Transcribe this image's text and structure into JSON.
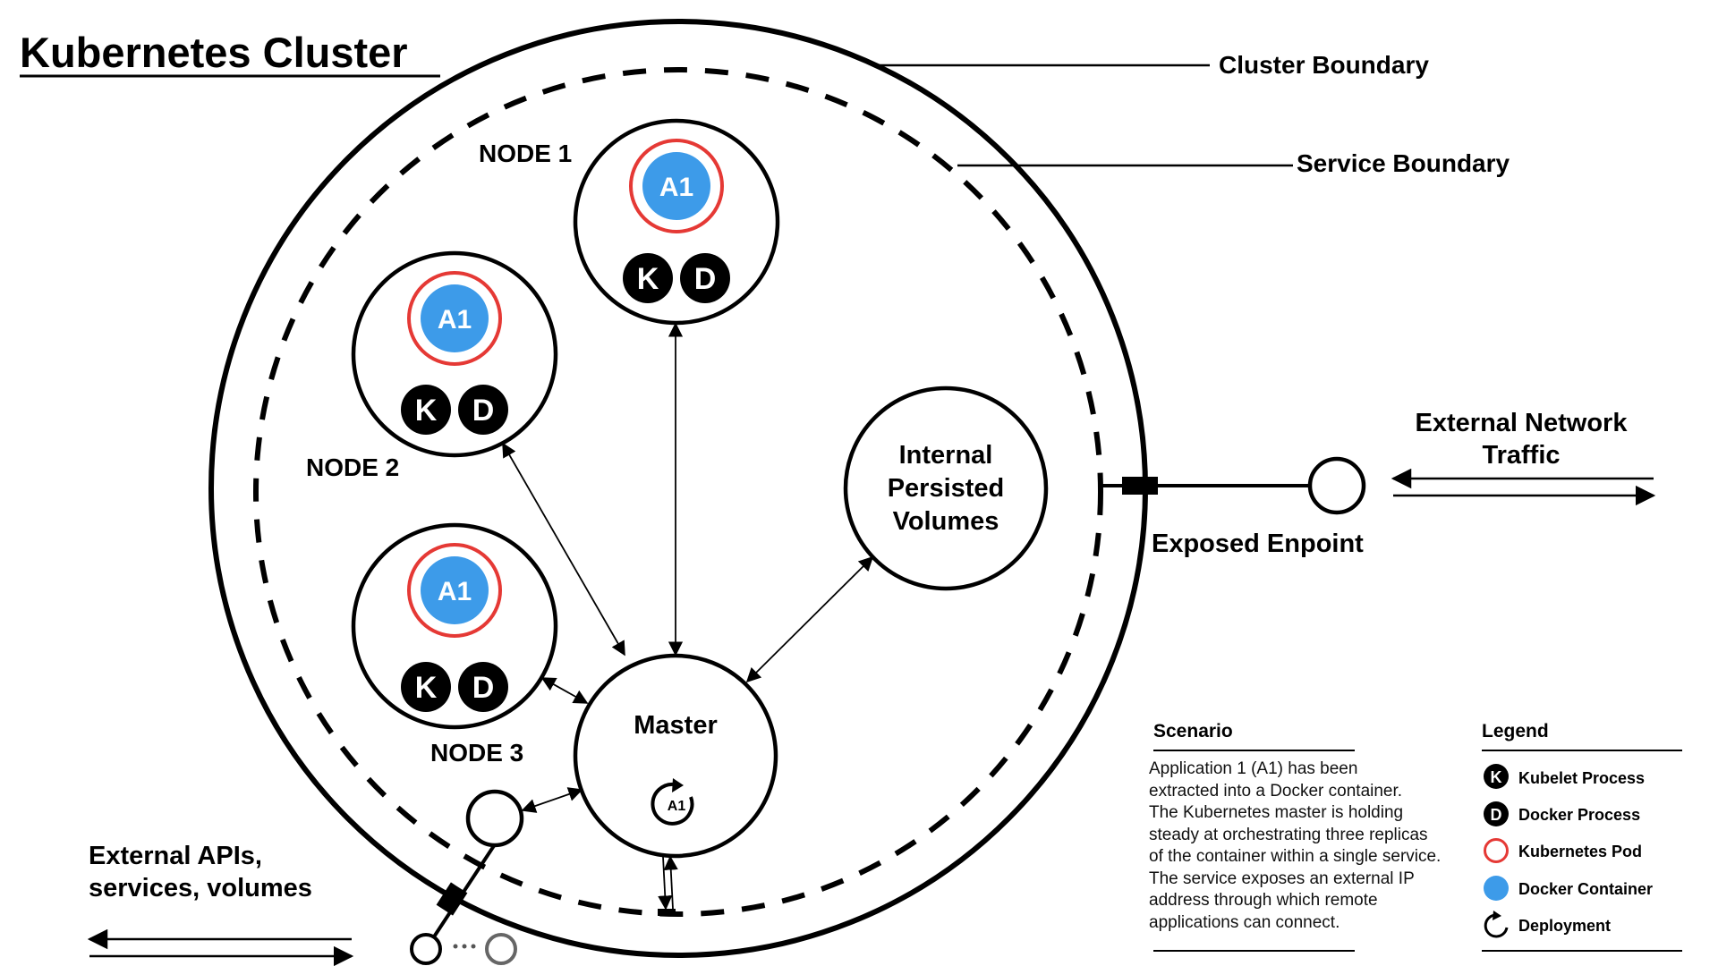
{
  "title": "Kubernetes Cluster",
  "boundary_labels": {
    "cluster": "Cluster Boundary",
    "service": "Service Boundary"
  },
  "nodes": [
    {
      "label": "NODE 1",
      "pod": "A1",
      "kubelet": "K",
      "docker": "D"
    },
    {
      "label": "NODE 2",
      "pod": "A1",
      "kubelet": "K",
      "docker": "D"
    },
    {
      "label": "NODE 3",
      "pod": "A1",
      "kubelet": "K",
      "docker": "D"
    }
  ],
  "master": {
    "label": "Master",
    "deployment": "A1"
  },
  "volumes": {
    "line1": "Internal",
    "line2": "Persisted",
    "line3": "Volumes"
  },
  "external_network": {
    "line1": "External Network",
    "line2": "Traffic"
  },
  "exposed_endpoint": "Exposed Enpoint",
  "external_apis": {
    "line1": "External APIs,",
    "line2": "services, volumes"
  },
  "scenario": {
    "heading": "Scenario",
    "lines": [
      "Application 1 (A1) has been",
      "extracted into a Docker container.",
      "The Kubernetes master is holding",
      "steady at orchestrating three replicas",
      "of the container within a single service.",
      "The service exposes an external IP",
      "address through which remote",
      "applications can connect."
    ]
  },
  "legend": {
    "heading": "Legend",
    "items": [
      {
        "icon": "kubelet-icon",
        "glyph": "K",
        "label": "Kubelet Process"
      },
      {
        "icon": "docker-process-icon",
        "glyph": "D",
        "label": "Docker Process"
      },
      {
        "icon": "pod-icon",
        "label": "Kubernetes Pod"
      },
      {
        "icon": "container-icon",
        "label": "Docker Container"
      },
      {
        "icon": "deployment-icon",
        "label": "Deployment"
      }
    ]
  },
  "colors": {
    "pod_ring": "#e53935",
    "container": "#3d9be9",
    "process": "#000000",
    "background": "#ffffff"
  }
}
